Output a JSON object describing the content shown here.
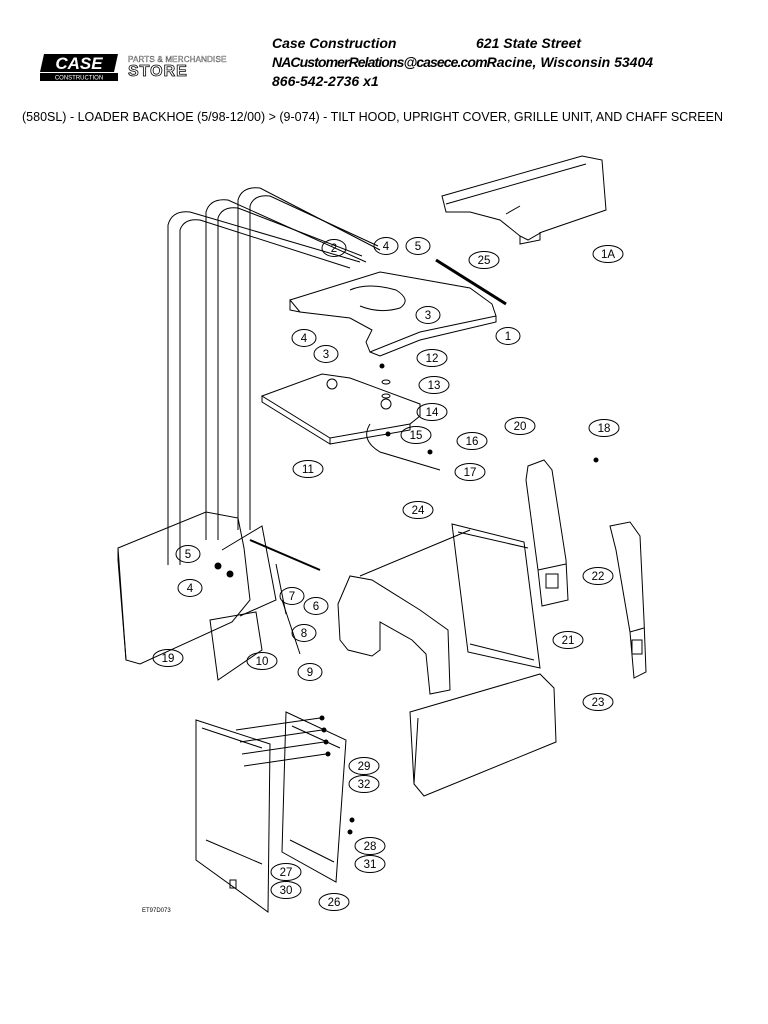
{
  "brand": {
    "logo_text": "CASE",
    "logo_sub": "CONSTRUCTION",
    "store_line1": "PARTS & MERCHANDISE",
    "store_line2": "STORE"
  },
  "contact": {
    "company": "Case Construction",
    "street": "621 State Street",
    "email": "NACustomerRelations@casece.com",
    "city": "Racine, Wisconsin 53404",
    "phone": "866-542-2736 x1"
  },
  "breadcrumb": "(580SL) - LOADER BACKHOE (5/98-12/00) > (9-074) - TILT HOOD, UPRIGHT COVER, GRILLE UNIT, AND CHAFF SCREEN",
  "figure_id": "ET97D073",
  "callouts": [
    "1A",
    "25",
    "2",
    "4",
    "5",
    "3",
    "1",
    "4",
    "3",
    "12",
    "13",
    "14",
    "15",
    "16",
    "17",
    "11",
    "20",
    "18",
    "24",
    "22",
    "5",
    "4",
    "7",
    "6",
    "8",
    "19",
    "10",
    "9",
    "21",
    "23",
    "29",
    "32",
    "28",
    "31",
    "27",
    "30",
    "26"
  ]
}
